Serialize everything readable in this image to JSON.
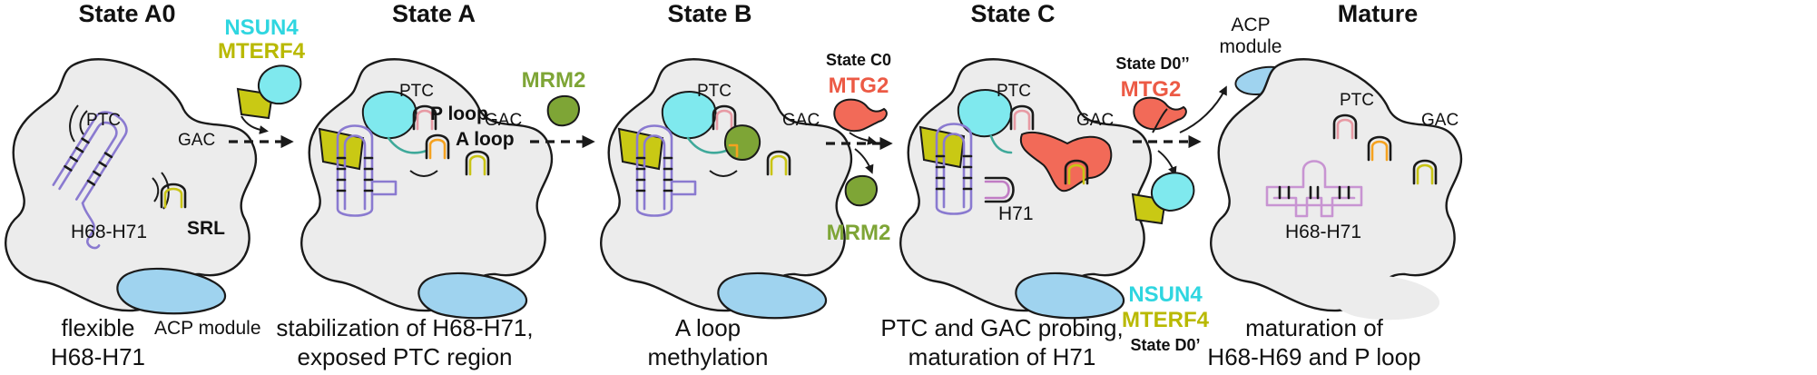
{
  "panels": [
    {
      "title": "State A0",
      "caption_lines": [
        "flexible",
        "H68-H71"
      ]
    },
    {
      "title": "State A",
      "caption_lines": [
        "stabilization of H68-H71,",
        "exposed PTC region"
      ]
    },
    {
      "title": "State B",
      "caption_lines": [
        "A loop",
        "methylation"
      ]
    },
    {
      "title": "State C",
      "caption_lines": [
        "PTC and GAC probing,",
        "maturation of H71"
      ]
    },
    {
      "title": "Mature",
      "caption_lines": [
        "maturation of",
        "H68-H69 and P loop"
      ]
    }
  ],
  "labels": {
    "ptc": "PTC",
    "gac": "GAC",
    "h68_h71": "H68-H71",
    "h71": "H71",
    "srl": "SRL",
    "acp_module": "ACP module",
    "acp": "ACP",
    "module": "module",
    "p_loop": "P loop",
    "a_loop": "A loop"
  },
  "factors": {
    "nsun4": "NSUN4",
    "mterf4": "MTERF4",
    "mrm2": "MRM2",
    "mtg2": "MTG2",
    "state_c0": "State C0",
    "state_d0pp": "State D0’’",
    "state_d0p": "State D0’"
  },
  "colors": {
    "nsun4": "#7fe9ee",
    "nsun4_text": "#2fd6e0",
    "mterf4": "#c9c914",
    "mterf4_text": "#b9b900",
    "mrm2": "#7ea536",
    "mrm2_text": "#7ea536",
    "mtg2": "#f26a58",
    "mtg2_text": "#ec5a45",
    "h68_h71": "#9b8ddc",
    "h68_h71_mature": "#e6b0e6",
    "p_loop": "#f0a8b0",
    "a_loop": "#f5a21f",
    "srl": "#d9d41c",
    "acp": "#9fd3ef",
    "body": "#ececec"
  }
}
